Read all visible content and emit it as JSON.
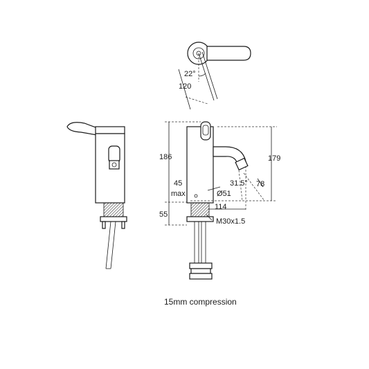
{
  "dimensions": {
    "lever_angle": "22°",
    "lever_length": "120",
    "height_overall": "186",
    "height_spout": "179",
    "spout_angle": "31.5°",
    "spout_offset": "78",
    "max_label_value": "45",
    "max_label_text": "max",
    "body_diameter": "Ø51",
    "reach": "114",
    "shank_length": "55",
    "thread": "M30x1.5"
  },
  "caption": "15mm compression"
}
